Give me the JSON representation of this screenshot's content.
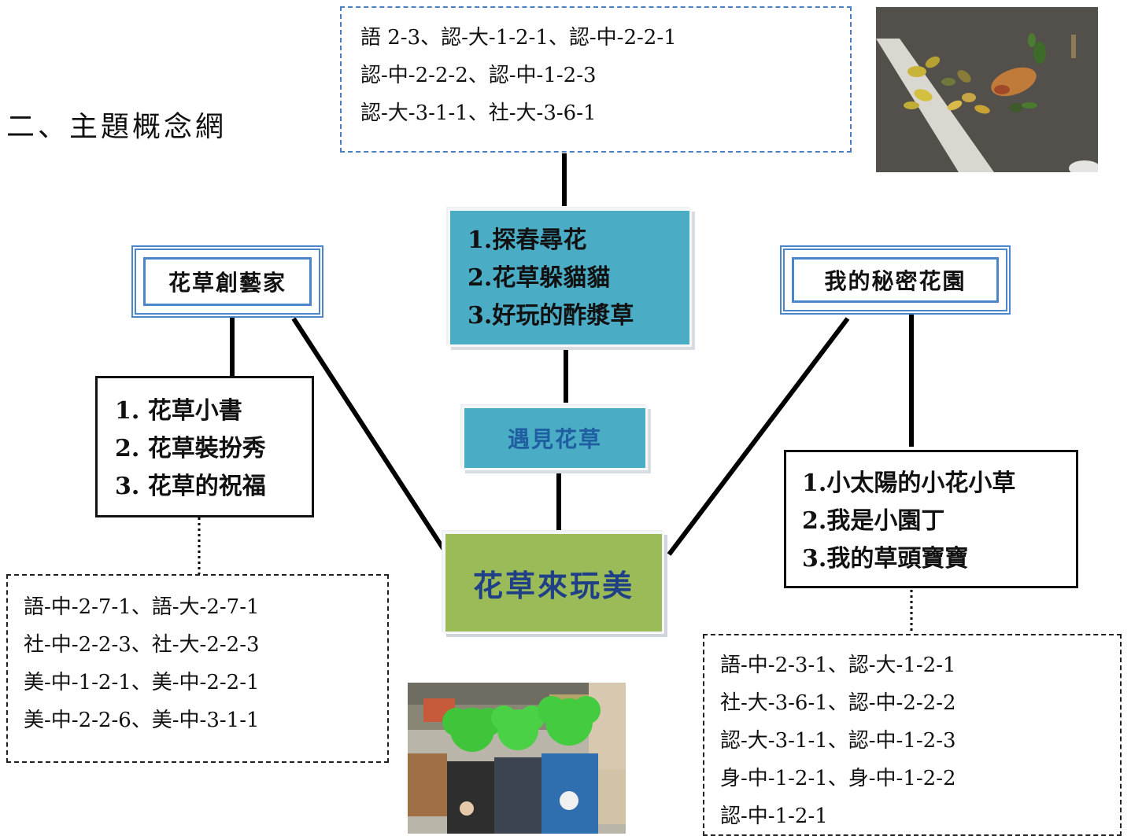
{
  "heading": "二、主題概念網",
  "center": {
    "label": "花草來玩美"
  },
  "meet": {
    "label": "遇見花草"
  },
  "top_activities": [
    "1.探春尋花",
    "2.花草躲貓貓",
    "3.好玩的酢漿草"
  ],
  "top_indicators": [
    "語 2-3、認-大-1-2-1、認-中-2-2-1",
    "認-中-2-2-2、認-中-1-2-3",
    "認-大-3-1-1、社-大-3-6-1"
  ],
  "left_theme": {
    "label": "花草創藝家"
  },
  "left_activities": [
    "1.  花草小書",
    "2.  花草裝扮秀",
    "3.  花草的祝福"
  ],
  "left_indicators": [
    "語-中-2-7-1、語-大-2-7-1",
    "社-中-2-2-3、社-大-2-2-3",
    "美-中-1-2-1、美-中-2-2-1",
    "美-中-2-2-6、美-中-3-1-1"
  ],
  "right_theme": {
    "label": "我的秘密花園"
  },
  "right_activities": [
    "1.小太陽的小花小草",
    "2.我是小園丁",
    "3.我的草頭寶寶"
  ],
  "right_indicators": [
    "語-中-2-3-1、認-大-1-2-1",
    "社-大-3-6-1、認-中-2-2-2",
    "認-大-3-1-1、認-中-1-2-3",
    "身-中-1-2-1、身-中-1-2-2",
    "認-中-1-2-1"
  ],
  "colors": {
    "teal": "#4bacc6",
    "green": "#9bbb59",
    "frame_blue": "#4a86c9",
    "center_text": "#1f3f86"
  }
}
